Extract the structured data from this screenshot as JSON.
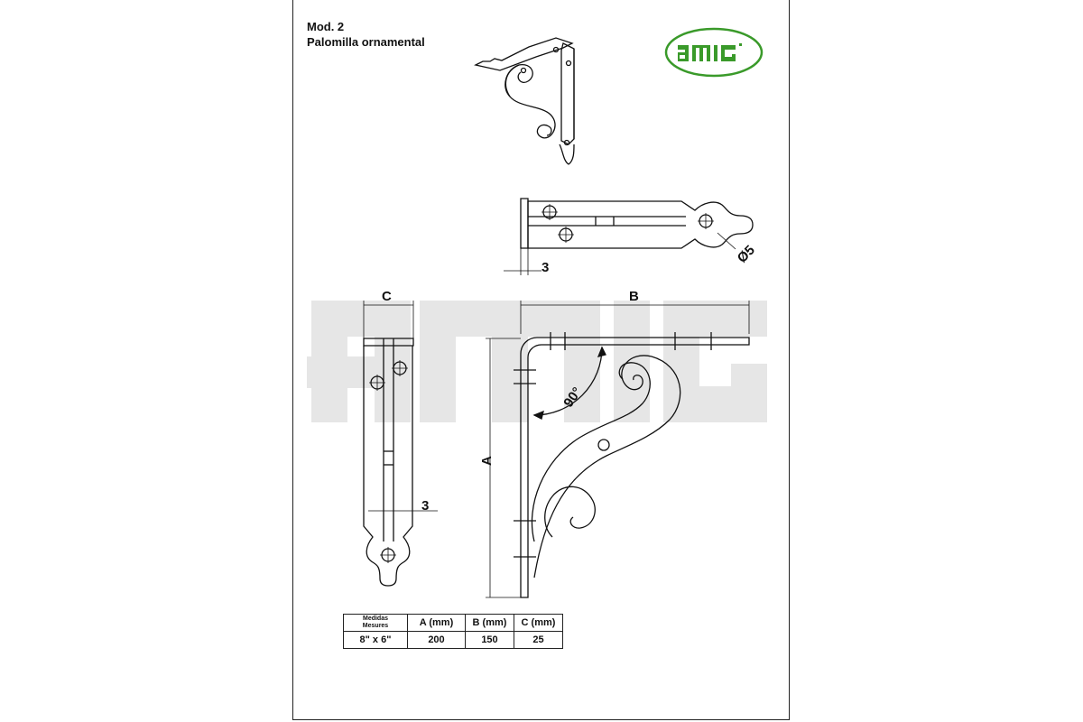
{
  "header": {
    "model": "Mod. 2",
    "name": "Palomilla ornamental"
  },
  "logo": {
    "text": "AMIG",
    "color": "#3a9a2a"
  },
  "watermark": {
    "text": "AMIG",
    "color": "#e6e6e6"
  },
  "dimensions": {
    "a": "A",
    "b": "B",
    "c": "C",
    "angle": "90°",
    "hole": "Ø5",
    "thickness_top": "3",
    "thickness_side": "3"
  },
  "spec_table": {
    "header_label_1": "Medidas",
    "header_label_2": "Mesures",
    "col_a": "A (mm)",
    "col_b": "B (mm)",
    "col_c": "C (mm)",
    "size": "8\" x 6\"",
    "a_value": "200",
    "b_value": "150",
    "c_value": "25"
  }
}
